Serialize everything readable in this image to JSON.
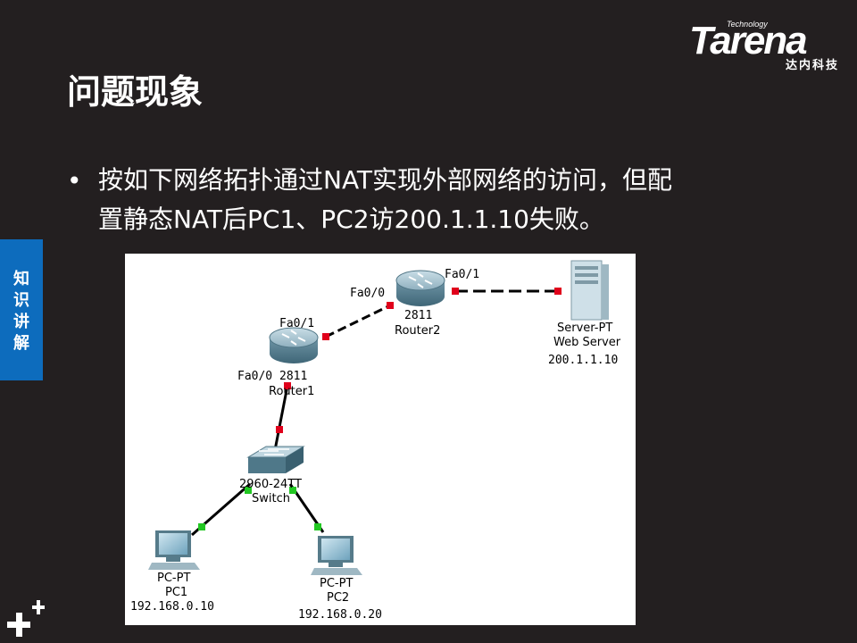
{
  "logo": {
    "technology": "Technology",
    "brand": "Tarena",
    "sub": "达内科技"
  },
  "title": "问题现象",
  "bullet_symbol": "•",
  "body": {
    "line1": "按如下网络拓扑通过NAT实现外部网络的访问，但配",
    "line2": "置静态NAT后PC1、PC2访200.1.1.10失败。"
  },
  "side_tab": {
    "text": "知识讲解"
  },
  "colors": {
    "background": "#231f20",
    "side_tab": "#0d6cbd",
    "link_down": "#e0001b",
    "link_up": "#22c722"
  },
  "diagram": {
    "router1": {
      "model": "2811",
      "name": "Router1",
      "port_up": "Fa0/1",
      "port_down": "Fa0/0"
    },
    "router2": {
      "model": "2811",
      "name": "Router2",
      "port_left": "Fa0/0",
      "port_right": "Fa0/1"
    },
    "server": {
      "type": "Server-PT",
      "name": "Web Server",
      "ip": "200.1.1.10"
    },
    "switch": {
      "model": "2960-24TT",
      "name": "Switch"
    },
    "pc1": {
      "type": "PC-PT",
      "name": "PC1",
      "ip": "192.168.0.10"
    },
    "pc2": {
      "type": "PC-PT",
      "name": "PC2",
      "ip": "192.168.0.20"
    }
  }
}
